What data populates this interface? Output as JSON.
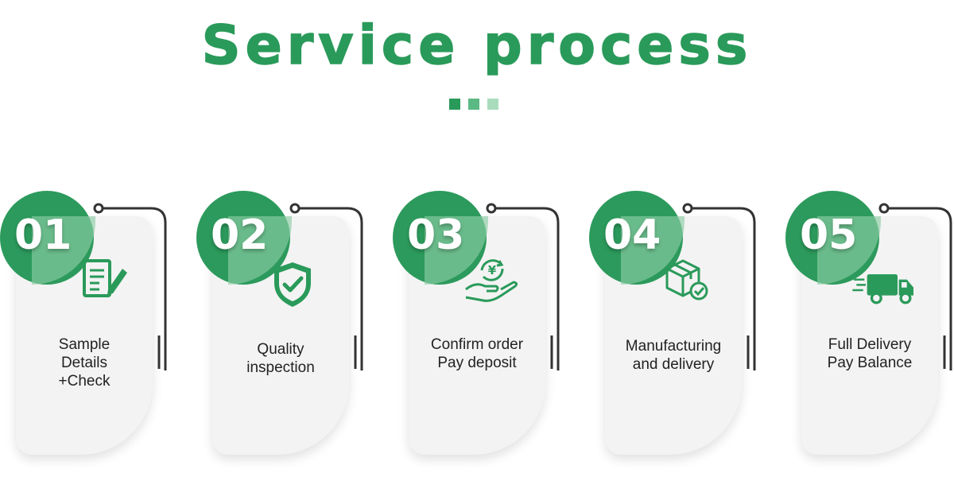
{
  "title": "Service process",
  "accent_color": "#2a9a5a",
  "steps": [
    {
      "number": "01",
      "label": "Sample\nDetails\n+Check",
      "icon": "document-pen-icon"
    },
    {
      "number": "02",
      "label": "Quality\ninspection",
      "icon": "shield-check-icon"
    },
    {
      "number": "03",
      "label": "Confirm order\nPay deposit",
      "icon": "yen-hand-icon"
    },
    {
      "number": "04",
      "label": "Manufacturing\nand delivery",
      "icon": "box-check-icon"
    },
    {
      "number": "05",
      "label": "Full Delivery\nPay Balance",
      "icon": "delivery-truck-icon"
    }
  ]
}
